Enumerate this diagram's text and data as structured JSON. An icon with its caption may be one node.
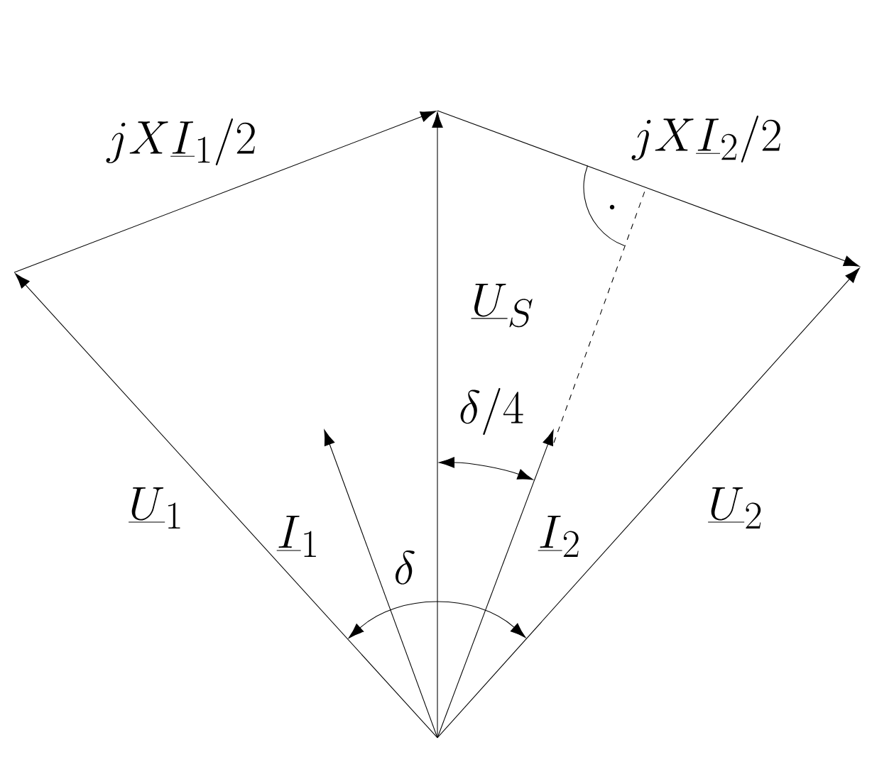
{
  "diagram": {
    "labels": [
      "jX\\underline{I}_1/2",
      "jX\\underline{I}_2/2",
      "\\underline{U}_S",
      "\\delta/4",
      "\\underline{U}_1",
      "\\underline{I}_1",
      "\\underline{I}_2",
      "\\underline{U}_2",
      "\\delta"
    ]
  }
}
